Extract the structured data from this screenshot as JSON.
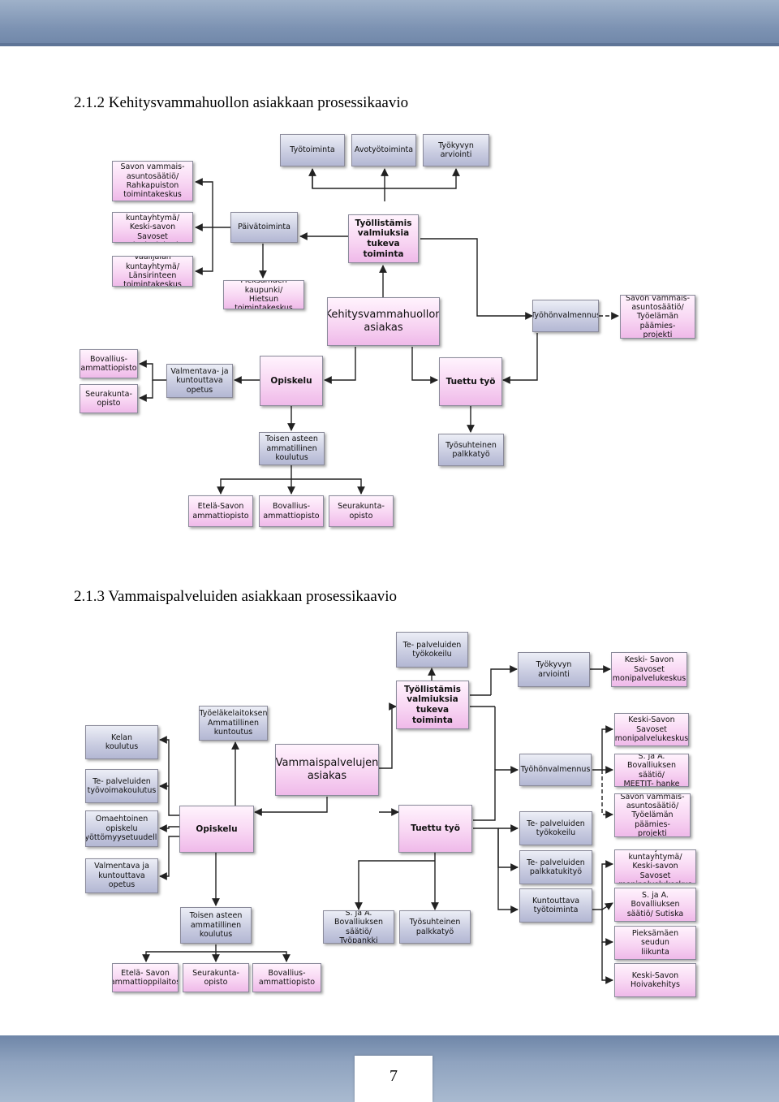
{
  "page": {
    "heading1": "2.1.2 Kehitysvammahuollon asiakkaan prosessikaavio",
    "heading2": "2.1.3 Vammaispalveluiden asiakkaan prosessikaavio",
    "page_number": "7"
  },
  "diagram1": {
    "nodes": {
      "tyotoiminta": "Työtoiminta",
      "avotyotoiminta": "Avotyötoiminta",
      "tyokyvyn_arviointi": "Työkyvyn\narviointi",
      "savon_vammais_rahkapuisto": "Savon vammais-\nasuntosäätiö/\nRahkapuiston\ntoimintakeskus",
      "vaalijala_keskisavon": "Vaalijalan kuntayhtymä/\nKeski-savon Savoset\nmonipalvelukeskus",
      "vaalijala_lansirinteen": "Vaalijalan kuntayhtymä/\nLänsirinteen\ntoimintakeskus",
      "paivatoiminta": "Päivätoiminta",
      "tyollistamis": "Työllistämis\nvalmiuksia tukeva\ntoiminta",
      "pieksamaen_hietsun": "Pieksämäen kaupunki/\nHietsun toimintakeskus",
      "asiakas": "Kehitysvammahuollon\nasiakas",
      "tyohonvalmennus": "Työhönvalmennus",
      "savon_vammais_tyoelaman": "Savon vammais-\nasuntosäätiö/\nTyöelämän päämies-\nprojekti",
      "bovallius": "Bovallius-\nammattiopisto",
      "seurakunta": "Seurakunta-\nopisto",
      "valmentava": "Valmentava- ja\nkuntouttava\nopetus",
      "opiskelu": "Opiskelu",
      "tuettu_tyo": "Tuettu työ",
      "toisen_asteen": "Toisen asteen\nammatillinen\nkoulutus",
      "tyosuhteinen": "Työsuhteinen\npalkkatyö",
      "etela_savon": "Etelä-Savon\nammattiopisto",
      "bovallius2": "Bovallius-\nammattiopisto",
      "seurakunta2": "Seurakunta-\nopisto"
    }
  },
  "diagram2": {
    "nodes": {
      "te_tyokokeilu_top": "Te- palveluiden\ntyökokeilu",
      "tyokyvyn_arviointi": "Työkyvyn arviointi",
      "keskisavo_top": "Keski- Savon\nSavoset\nmonipalvelukeskus",
      "tyollistamis": "Työllistämis\nvalmiuksia\ntukeva toiminta",
      "tyoelake": "Työeläkelaitoksen\nAmmatillinen\nkuntoutus",
      "kelan": "Kelan\nkoulutus",
      "keskisavo2": "Keski-Savon\nSavoset\nmonipalvelukeskus",
      "asiakas": "Vammaispalvelujen\nasiakas",
      "te_tyovoima": "Te- palveluiden\ntyövoimakoulutus",
      "tyohonvalmennus": "Työhönvalmennus",
      "bovallius_meetit": "S. ja A. Bovalliuksen\nsäätiö/\nMEETIT- hanke",
      "omaehtoinen": "Omaehtoinen\nopiskelu\ntyöttömyysetuudella",
      "opiskelu": "Opiskelu",
      "tuettu_tyo": "Tuettu työ",
      "savon_vammais": "Savon vammais-\nasuntosäätiö/\nTyöelämän päämies-\nprojekti",
      "te_tyokokeilu2": "Te- palveluiden\ntyökokeilu",
      "valmentava": "Valmentava ja\nkuntouttava opetus",
      "te_palkkatuki": "Te- palveluiden\npalkkatukityö",
      "vaalijala": "Vaalijalan kuntayhtymä/\nKeski-savon Savoset\nmonipalvelukeskus",
      "toisen_asteen": "Toisen asteen\nammatillinen\nkoulutus",
      "bovallius_tyopankki": "S. ja A. Bovalliuksen\nsäätiö/\nTyöpankki",
      "tyosuhteinen": "Työsuhteinen\npalkkatyö",
      "kuntouttava": "Kuntouttava\ntyötoiminta",
      "bovallius_sutiska": "S. ja A. Bovalliuksen\nsäätiö/ Sutiska",
      "pieksamaen_liikunta": "Pieksämäen seudun\nliikunta",
      "keskisavon_hoivakehitys": "Keski-Savon\nHoivakehitys",
      "etela_savon": "Etelä- Savon\nammattioppilaitos",
      "seurakunta": "Seurakunta-\nopisto",
      "bovallius": "Bovallius-\nammattiopisto"
    }
  }
}
